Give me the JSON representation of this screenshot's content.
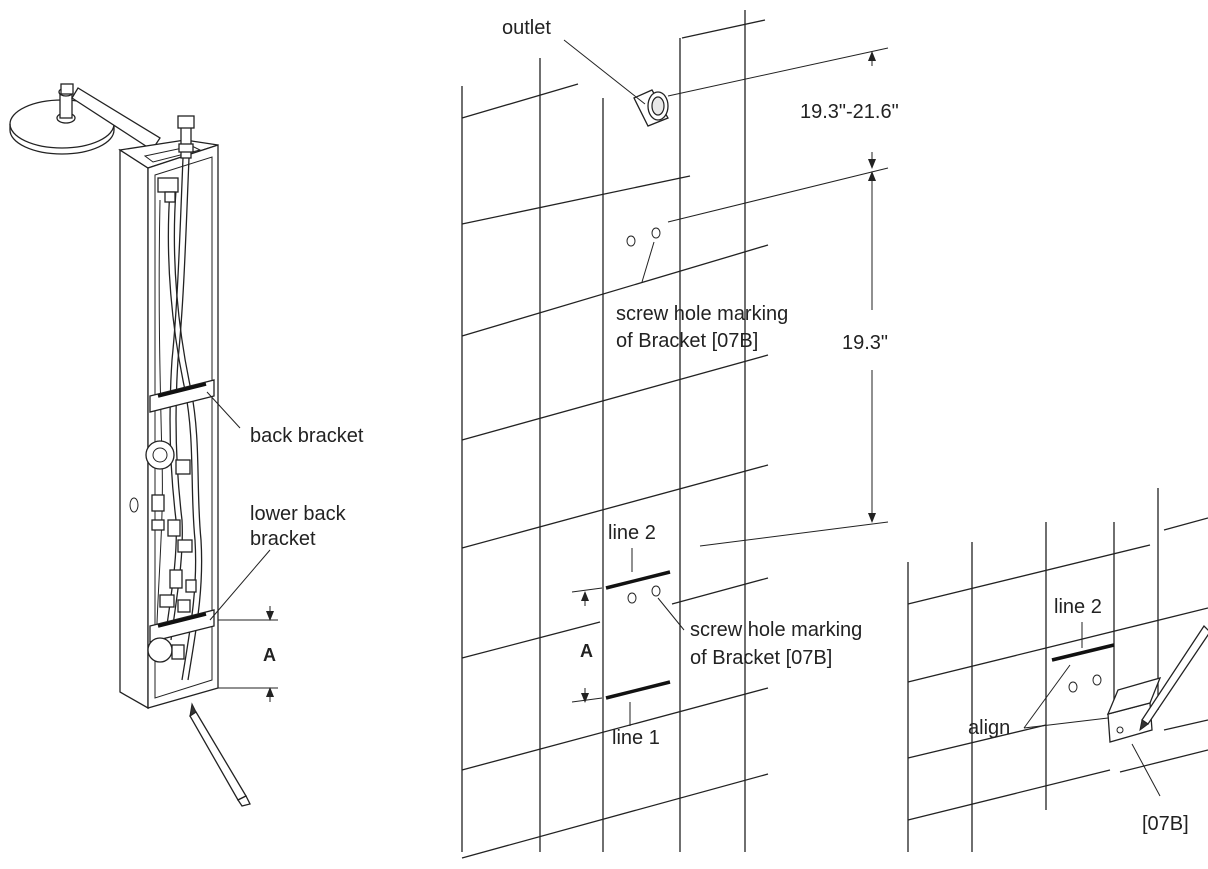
{
  "labels": {
    "outlet": "outlet",
    "dim_top": "19.3\"-21.6\"",
    "dim_mid": "19.3\"",
    "screw_upper_l1": "screw hole marking",
    "screw_upper_l2": "of Bracket [07B]",
    "back_bracket": "back bracket",
    "lower_back_l1": "lower back",
    "lower_back_l2": "bracket",
    "dim_a_panel": "A",
    "line2_mid": "line 2",
    "dim_a_mid": "A",
    "screw_lower_l1": "screw hole marking",
    "screw_lower_l2": "of Bracket [07B]",
    "line1_mid": "line 1",
    "line2_right": "line 2",
    "align": "align",
    "bracket_code": "[07B]"
  },
  "icons": [
    "shower-head-icon",
    "pencil-icon",
    "outlet-pipe-icon",
    "bracket-07b-icon"
  ]
}
